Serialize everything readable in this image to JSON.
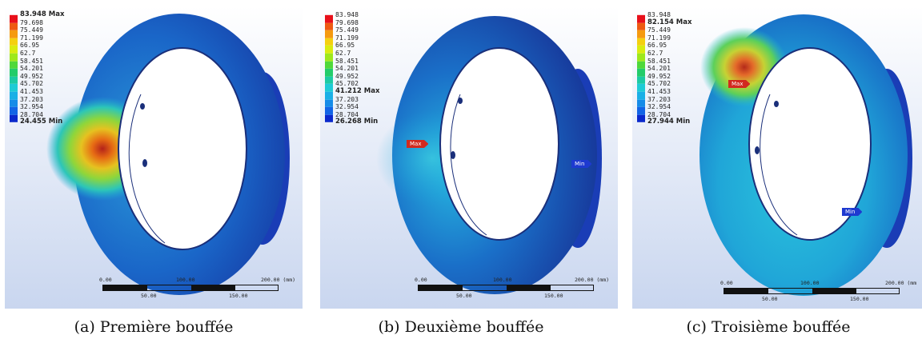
{
  "legend_colors": [
    "#e8101a",
    "#ee5a12",
    "#f59a10",
    "#f4d010",
    "#d9ec10",
    "#9ee81c",
    "#4fd83a",
    "#23cc6a",
    "#1ccaa4",
    "#1ecbd6",
    "#1ab0e6",
    "#168ce8",
    "#1264e6",
    "#0a28cc"
  ],
  "panels": [
    {
      "legend": [
        "83.948 Max",
        "79.698",
        "75.449",
        "71.199",
        "66.95",
        "62.7",
        "58.451",
        "54.201",
        "49.952",
        "45.702",
        "41.453",
        "37.203",
        "32.954",
        "28.704",
        "24.455 Min"
      ],
      "max_label": "",
      "min_label": "",
      "scale_ticks_top": [
        "0.00",
        "100.00",
        "200.00 (mm)"
      ],
      "scale_ticks_bottom": [
        "50.00",
        "150.00"
      ],
      "caption": "(a) Première bouffée"
    },
    {
      "legend": [
        "83.948",
        "79.698",
        "75.449",
        "71.199",
        "66.95",
        "62.7",
        "58.451",
        "54.201",
        "49.952",
        "45.702",
        "41.212 Max",
        "37.203",
        "32.954",
        "28.704",
        "26.268 Min"
      ],
      "max_label": "Max",
      "min_label": "Min",
      "scale_ticks_top": [
        "0.00",
        "100.00",
        "200.00 (mm)"
      ],
      "scale_ticks_bottom": [
        "50.00",
        "150.00"
      ],
      "caption": "(b) Deuxième bouffée"
    },
    {
      "legend": [
        "83.948",
        "82.154 Max",
        "75.449",
        "71.199",
        "66.95",
        "62.7",
        "58.451",
        "54.201",
        "49.952",
        "45.702",
        "41.453",
        "37.203",
        "32.954",
        "28.704",
        "27.944 Min"
      ],
      "max_label": "Max",
      "min_label": "Min",
      "scale_ticks_top": [
        "0.00",
        "100.00",
        "200.00 (mm"
      ],
      "scale_ticks_bottom": [
        "50.00",
        "150.00"
      ],
      "caption": "(c) Troisième bouffée"
    }
  ]
}
